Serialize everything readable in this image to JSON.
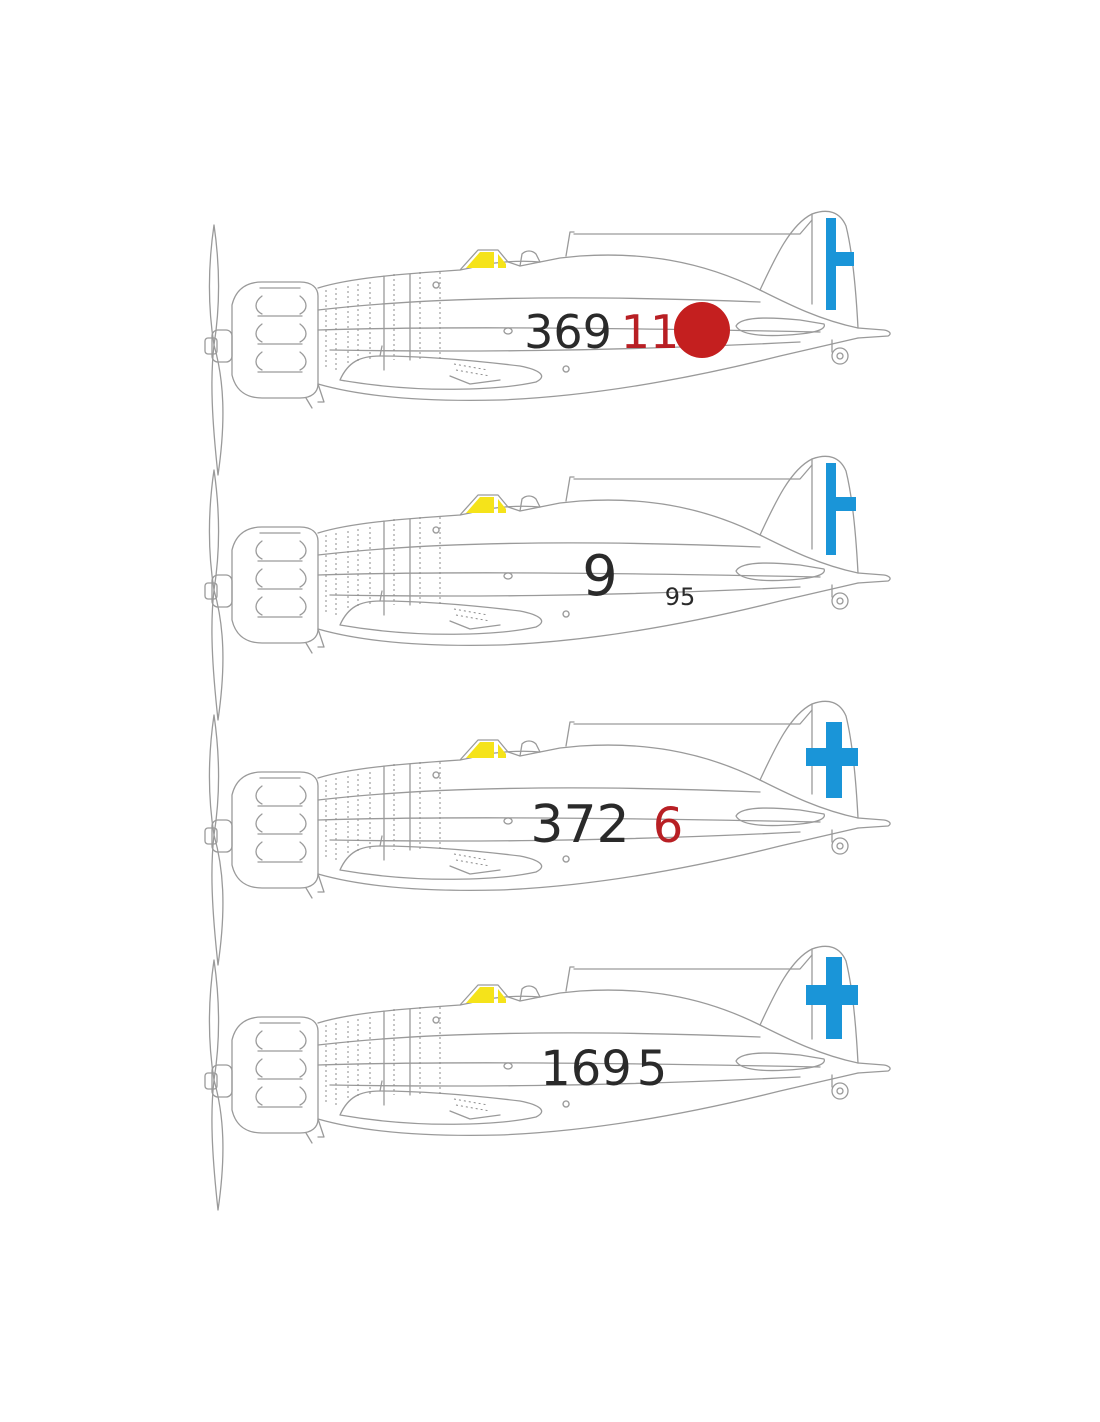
{
  "colors": {
    "outline": "#9a9a9a",
    "canopy": "#f5e31a",
    "cross": "#1a95d8",
    "roundel": "#c41f1f",
    "dark_text": "#2a2a2a",
    "red_text": "#b81f24"
  },
  "aircraft": [
    {
      "serial": "369",
      "squadron_number": "11",
      "extra_number": "",
      "roundel": true,
      "tail_marking": "rudder-cross"
    },
    {
      "serial": "",
      "squadron_number": "9",
      "extra_number": "95",
      "roundel": false,
      "tail_marking": "rudder-cross"
    },
    {
      "serial": "372",
      "squadron_number": "6",
      "extra_number": "",
      "roundel": false,
      "tail_marking": "fin-cross"
    },
    {
      "serial": "169",
      "squadron_number": "5",
      "extra_number": "",
      "roundel": false,
      "tail_marking": "fin-cross"
    }
  ]
}
